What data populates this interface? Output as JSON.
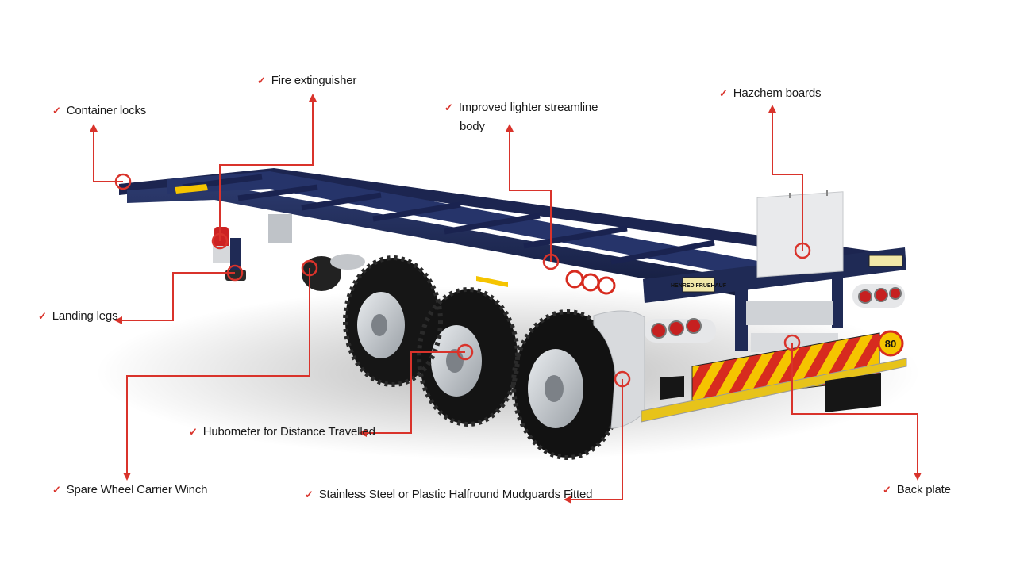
{
  "colors": {
    "callout": "#d9332b",
    "chassis": "#1f2a55",
    "tyre": "#1b1b1b",
    "rim": "#c8ccd1",
    "mudguard": "#d8dadd",
    "chevron_red": "#d72b1f",
    "chevron_yellow": "#f5c400",
    "hazchem_board": "#e9eaec",
    "text": "#1a1a1a"
  },
  "labels": {
    "container_locks": "Container locks",
    "fire_extinguisher": "Fire extinguisher",
    "streamline_body_line1": "Improved lighter streamline",
    "streamline_body_line2": "body",
    "hazchem_boards": "Hazchem boards",
    "landing_legs": "Landing legs",
    "hubometer": "Hubometer for Distance Travelled",
    "spare_wheel": "Spare Wheel Carrier Winch",
    "mudguards": "Stainless Steel or Plastic Halfround Mudguards Fitted",
    "back_plate": "Back plate"
  },
  "trailer": {
    "speed_sign": "80",
    "brand_plate": "HENRED FRUEHAUF"
  },
  "icons": [
    "checkmark-icon",
    "callout-circle",
    "arrow-head"
  ]
}
